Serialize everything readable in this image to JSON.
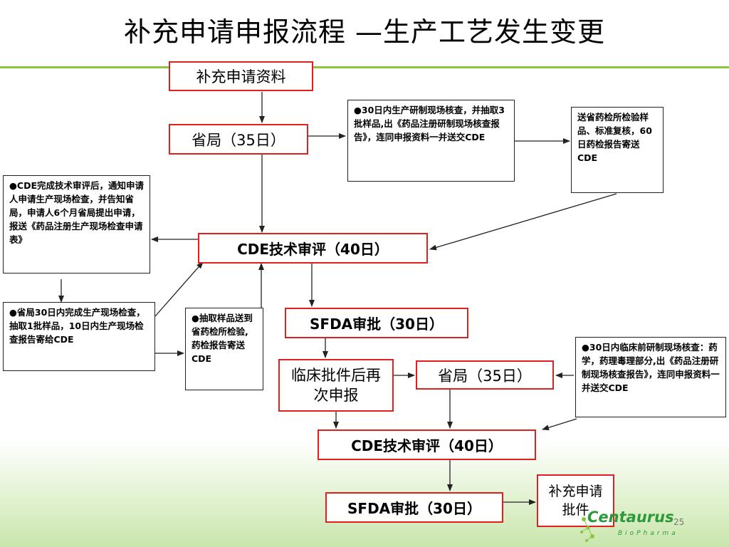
{
  "title": "补充申请申报流程 —生产工艺发生变更",
  "boxes": {
    "supp_materials": "补充申请资料",
    "prov_35": "省局（35日）",
    "onsite_30": "●30日内生产研制现场核查，并抽取3批样品,出《药品注册研制现场核查报告》，连同申报资料一并送交CDE",
    "inspect_60": "送省药检所检验样品、标准复核，60日药检报告寄送CDE",
    "cde_notice": "●CDE完成技术审评后，通知申请人申请生产现场检查，并告知省局，申请人6个月省局提出申请，报送《药品注册生产现场检查申请表》",
    "cde_review_1": "CDE技术审评（40日）",
    "prov_onsite": "●省局30日内完成生产现场检查，抽取1批样品，10日内生产现场检查报告寄给CDE",
    "sample_send": "●抽取样品送到省药检所检验,药检报告寄送CDE",
    "sfda_30_1": "SFDA审批（30日）",
    "clinical_resubmit": "临床批件后再次申报",
    "prov_35_2": "省局（35日）",
    "preclinical_30": "●30日内临床前研制现场核查：药学，药理毒理部分,出《药品注册研制现场核查报告》，连同申报资料一并送交CDE",
    "cde_review_2": "CDE技术审评（40日）",
    "sfda_30_2": "SFDA审批（30日）",
    "supp_approval": "补充申请批件"
  },
  "logo": {
    "name": "Centaurus",
    "sub": "BioPharma"
  },
  "page_number": "25",
  "colors": {
    "accent_green": "#8cc63f",
    "box_red": "#e02020",
    "logo_green": "#2c9a3a"
  }
}
